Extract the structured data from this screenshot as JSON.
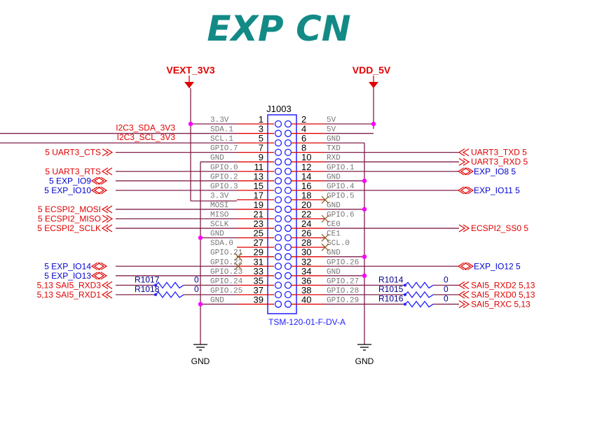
{
  "title": "EXP CN",
  "power": {
    "left": "VEXT_3V3",
    "right": "VDD_5V"
  },
  "gnd_label": "GND",
  "connector": {
    "ref": "J1003",
    "part": "TSM-120-01-F-DV-A"
  },
  "colors": {
    "wire": "#80204a",
    "pin": "#e00000",
    "box": "#2020ff",
    "junction": "#ff00ff",
    "net_red": "#e00000",
    "net_blue": "#0000d0"
  },
  "pins": [
    {
      "n": 1,
      "name": "3.3V"
    },
    {
      "n": 2,
      "name": "5V"
    },
    {
      "n": 3,
      "name": "SDA.1"
    },
    {
      "n": 4,
      "name": "5V"
    },
    {
      "n": 5,
      "name": "SCL.1"
    },
    {
      "n": 6,
      "name": "GND"
    },
    {
      "n": 7,
      "name": "GPIO.7"
    },
    {
      "n": 8,
      "name": "TXD"
    },
    {
      "n": 9,
      "name": "GND"
    },
    {
      "n": 10,
      "name": "RXD"
    },
    {
      "n": 11,
      "name": "GPIO.0"
    },
    {
      "n": 12,
      "name": "GPIO.1"
    },
    {
      "n": 13,
      "name": "GPIO.2"
    },
    {
      "n": 14,
      "name": "GND"
    },
    {
      "n": 15,
      "name": "GPIO.3"
    },
    {
      "n": 16,
      "name": "GPIO.4"
    },
    {
      "n": 17,
      "name": "3.3V"
    },
    {
      "n": 18,
      "name": "GPIO.5"
    },
    {
      "n": 19,
      "name": "MOSI"
    },
    {
      "n": 20,
      "name": "GND"
    },
    {
      "n": 21,
      "name": "MISO"
    },
    {
      "n": 22,
      "name": "GPIO.6"
    },
    {
      "n": 23,
      "name": "SCLK"
    },
    {
      "n": 24,
      "name": "CE0"
    },
    {
      "n": 25,
      "name": "GND"
    },
    {
      "n": 26,
      "name": "CE1"
    },
    {
      "n": 27,
      "name": "SDA.0"
    },
    {
      "n": 28,
      "name": "SCL.0"
    },
    {
      "n": 29,
      "name": "GPIO.21"
    },
    {
      "n": 30,
      "name": "GND"
    },
    {
      "n": 31,
      "name": "GPIO.22"
    },
    {
      "n": 32,
      "name": "GPIO.26"
    },
    {
      "n": 33,
      "name": "GPIO.23"
    },
    {
      "n": 34,
      "name": "GND"
    },
    {
      "n": 35,
      "name": "GPIO.24"
    },
    {
      "n": 36,
      "name": "GPIO.27"
    },
    {
      "n": 37,
      "name": "GPIO.25"
    },
    {
      "n": 38,
      "name": "GPIO.28"
    },
    {
      "n": 39,
      "name": "GND"
    },
    {
      "n": 40,
      "name": "GPIO.29"
    }
  ],
  "left_nets": [
    {
      "pin": 3,
      "text": "I2C3_SDA_3V3",
      "port": "none",
      "color": "red"
    },
    {
      "pin": 5,
      "text": "I2C3_SCL_3V3",
      "port": "none",
      "color": "red"
    },
    {
      "pin": 7,
      "text": "5  UART3_CTS",
      "port": "out",
      "color": "red"
    },
    {
      "pin": 11,
      "text": "5  UART3_RTS",
      "port": "in",
      "color": "red"
    },
    {
      "pin": 13,
      "text": "5  EXP_IO9",
      "port": "bi",
      "color": "blue"
    },
    {
      "pin": 15,
      "text": "5  EXP_IO10",
      "port": "bi",
      "color": "blue"
    },
    {
      "pin": 19,
      "text": "5  ECSPI2_MOSI",
      "port": "in",
      "color": "red"
    },
    {
      "pin": 21,
      "text": "5  ECSPI2_MISO",
      "port": "out",
      "color": "red"
    },
    {
      "pin": 23,
      "text": "5  ECSPI2_SCLK",
      "port": "in",
      "color": "red"
    },
    {
      "pin": 31,
      "text": "5  EXP_IO14",
      "port": "bi",
      "color": "blue"
    },
    {
      "pin": 33,
      "text": "5  EXP_IO13",
      "port": "bi",
      "color": "blue"
    },
    {
      "pin": 35,
      "text": "5,13  SAI5_RXD3",
      "port": "in",
      "color": "red",
      "res": "R1017",
      "val": "0"
    },
    {
      "pin": 37,
      "text": "5,13  SAI5_RXD1",
      "port": "in",
      "color": "red",
      "res": "R1018",
      "val": "0"
    }
  ],
  "right_nets": [
    {
      "pin": 8,
      "text": "UART3_TXD  5",
      "port": "in",
      "color": "red"
    },
    {
      "pin": 10,
      "text": "UART3_RXD  5",
      "port": "out",
      "color": "red"
    },
    {
      "pin": 12,
      "text": "EXP_IO8  5",
      "port": "bi",
      "color": "blue"
    },
    {
      "pin": 16,
      "text": "EXP_IO11  5",
      "port": "bi",
      "color": "blue"
    },
    {
      "pin": 24,
      "text": "ECSPI2_SS0  5",
      "port": "out",
      "color": "red"
    },
    {
      "pin": 32,
      "text": "EXP_IO12  5",
      "port": "bi",
      "color": "blue"
    },
    {
      "pin": 36,
      "text": "SAI5_RXD2  5,13",
      "port": "in",
      "color": "red",
      "res": "R1014",
      "val": "0"
    },
    {
      "pin": 38,
      "text": "SAI5_RXD0  5,13",
      "port": "in",
      "color": "red",
      "res": "R1015",
      "val": "0"
    },
    {
      "pin": 40,
      "text": "SAI5_RXC  5,13",
      "port": "out",
      "color": "red",
      "res": "R1016",
      "val": "0"
    }
  ],
  "no_connect_pins": [
    18,
    22,
    26,
    28,
    29,
    31
  ]
}
